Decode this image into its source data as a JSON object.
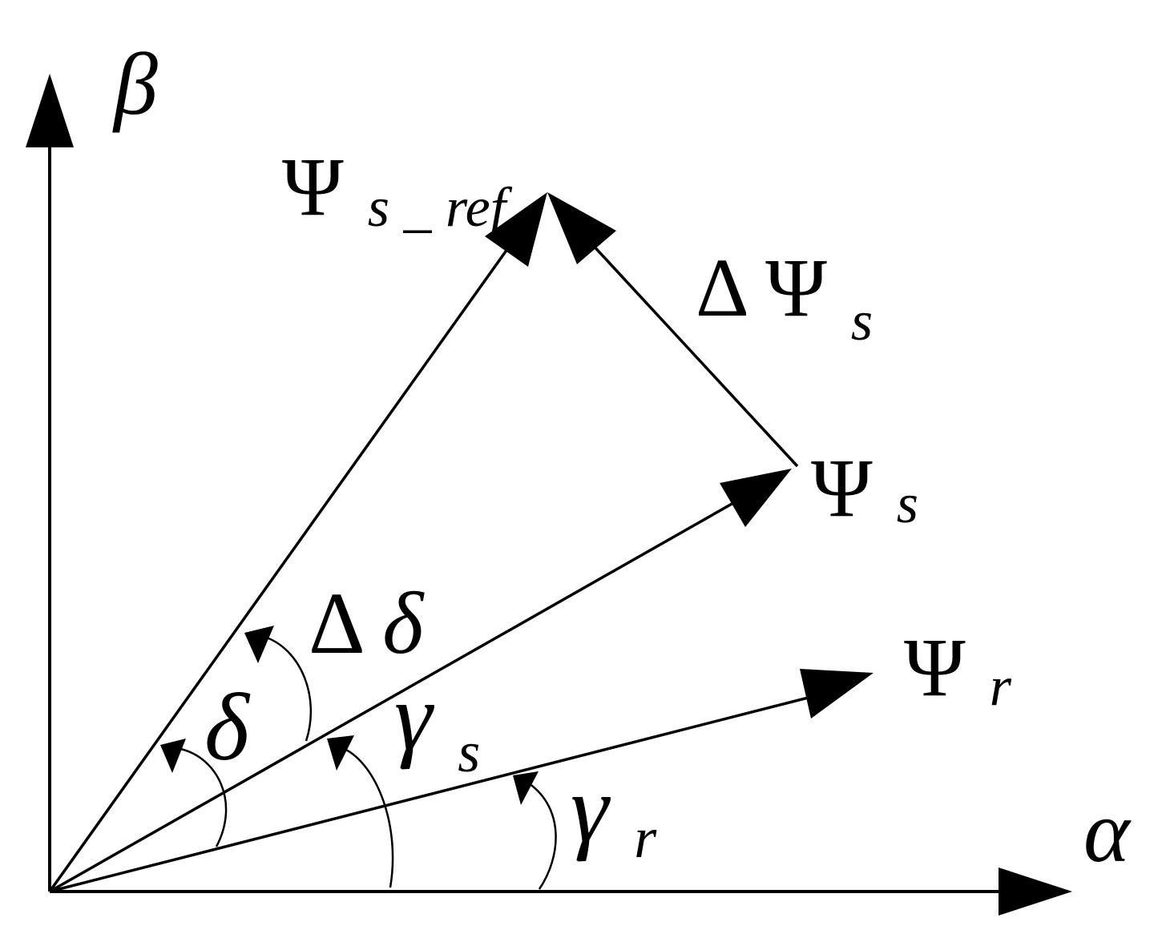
{
  "diagram": {
    "axes": {
      "alpha": "α",
      "beta": "β"
    },
    "vectors": {
      "psi_s_ref": {
        "symbol": "Ψ",
        "subscript": "s _ ref"
      },
      "delta_psi_s": {
        "prefix": "Δ",
        "symbol": "Ψ",
        "subscript": "s"
      },
      "psi_s": {
        "symbol": "Ψ",
        "subscript": "s"
      },
      "psi_r": {
        "symbol": "Ψ",
        "subscript": "r"
      }
    },
    "angles": {
      "delta_delta": {
        "prefix": "Δ",
        "symbol": "δ"
      },
      "delta": {
        "symbol": "δ"
      },
      "gamma_s": {
        "symbol": "γ",
        "subscript": "s"
      },
      "gamma_r": {
        "symbol": "γ",
        "subscript": "r"
      }
    },
    "colors": {
      "ink": "#000000",
      "background": "#ffffff"
    }
  }
}
